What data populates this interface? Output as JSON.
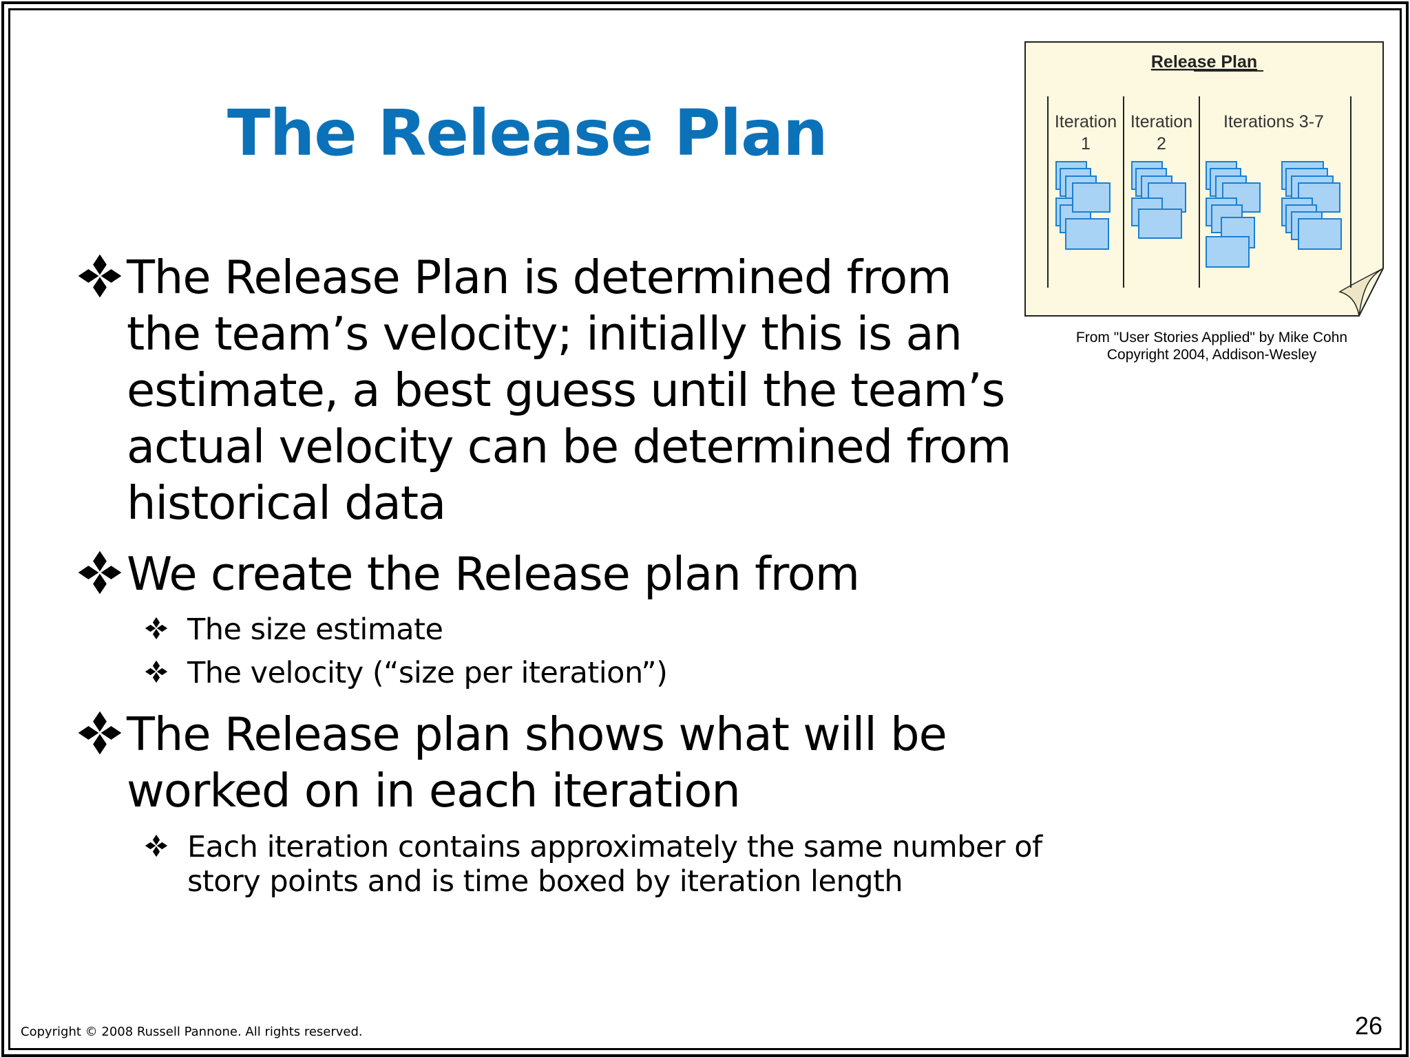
{
  "slide": {
    "title": "The Release Plan",
    "bullets": [
      {
        "lines": [
          "The Release Plan is determined from",
          "the team’s velocity; initially this is an",
          "estimate, a best guess until the team’s",
          "actual velocity can be determined from",
          "historical data"
        ]
      },
      {
        "lines": [
          "We create the Release plan from"
        ],
        "sub": [
          {
            "lines": [
              "The size estimate"
            ]
          },
          {
            "lines": [
              "The velocity (“size per iteration”)"
            ]
          }
        ]
      },
      {
        "lines": [
          "The Release plan shows what will be",
          "worked on in each iteration"
        ],
        "sub": [
          {
            "lines": [
              "Each iteration contains approximately the same number of",
              "story points and is time boxed by iteration length"
            ]
          }
        ]
      }
    ],
    "bullet_icon": "four-diamond-bullet-icon",
    "colors": {
      "title": "#0b72b9",
      "note_bg": "#fdf9e0",
      "card_fill": "#a9d3f5",
      "card_stroke": "#1c7fd1"
    }
  },
  "figure": {
    "heading": "Release Plan",
    "columns": [
      {
        "label_line1": "Iteration",
        "label_line2": "1"
      },
      {
        "label_line1": "Iteration",
        "label_line2": "2"
      },
      {
        "label_line1": "Iterations 3-7",
        "label_line2": ""
      }
    ],
    "credit_line1": "From \"User Stories Applied\" by Mike Cohn",
    "credit_line2": "Copyright 2004, Addison-Wesley"
  },
  "footer": {
    "copyright": "Copyright © 2008 Russell Pannone. All rights reserved.",
    "page_number": "26"
  }
}
